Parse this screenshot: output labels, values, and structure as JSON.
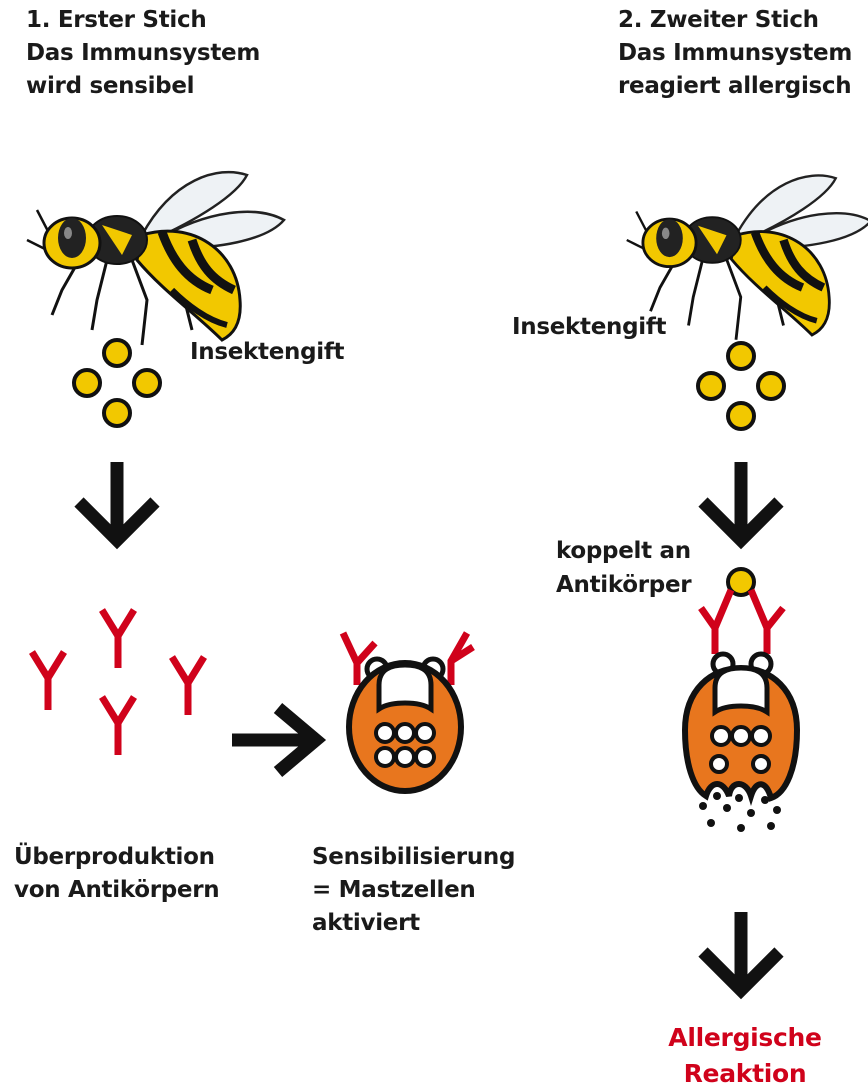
{
  "left_column": {
    "heading_line1": "1. Erster Stich",
    "heading_line2": "Das Immunsystem",
    "heading_line3": "wird sensibel",
    "venom_label": "Insektengift",
    "antibody_label_line1": "Überproduktion",
    "antibody_label_line2": "von Antikörpern",
    "sensitization_line1": "Sensibilisierung",
    "sensitization_line2": "= Mastzellen",
    "sensitization_line3": "aktiviert"
  },
  "right_column": {
    "heading_line1": "2. Zweiter Stich",
    "heading_line2": "Das Immunsystem",
    "heading_line3": "reagiert allergisch",
    "venom_label": "Insektengift",
    "binding_line1": "koppelt an",
    "binding_line2": "Antikörper",
    "reaction_line1": "Allergische",
    "reaction_line2": "Reaktion"
  },
  "colors": {
    "venom": "#f2c800",
    "antibody": "#d0021b",
    "mast_cell": "#e8761e",
    "reaction_text": "#d0021b",
    "arrow": "#111111"
  },
  "icons": [
    "wasp-icon",
    "venom-particles-icon",
    "arrow-down-icon",
    "arrow-right-icon",
    "antibody-icon",
    "mast-cell-icon"
  ]
}
